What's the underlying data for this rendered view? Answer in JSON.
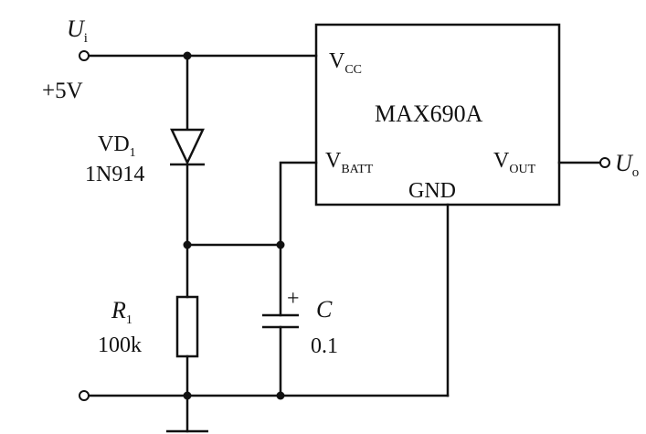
{
  "diagram": {
    "input": {
      "symbol": "U",
      "subscript": "i",
      "voltage": "+5V"
    },
    "output": {
      "symbol": "U",
      "subscript": "o"
    },
    "ic": {
      "name": "MAX690A",
      "pins": {
        "vcc": {
          "main": "V",
          "sub": "CC"
        },
        "vbatt": {
          "main": "V",
          "sub": "BATT"
        },
        "vout": {
          "main": "V",
          "sub": "OUT"
        },
        "gnd": "GND"
      }
    },
    "diode": {
      "ref_main": "VD",
      "ref_sub": "1",
      "part": "1N914"
    },
    "resistor": {
      "ref_main": "R",
      "ref_sub": "1",
      "value": "100k"
    },
    "capacitor": {
      "ref": "C",
      "value": "0.1",
      "polarity": "+"
    }
  }
}
